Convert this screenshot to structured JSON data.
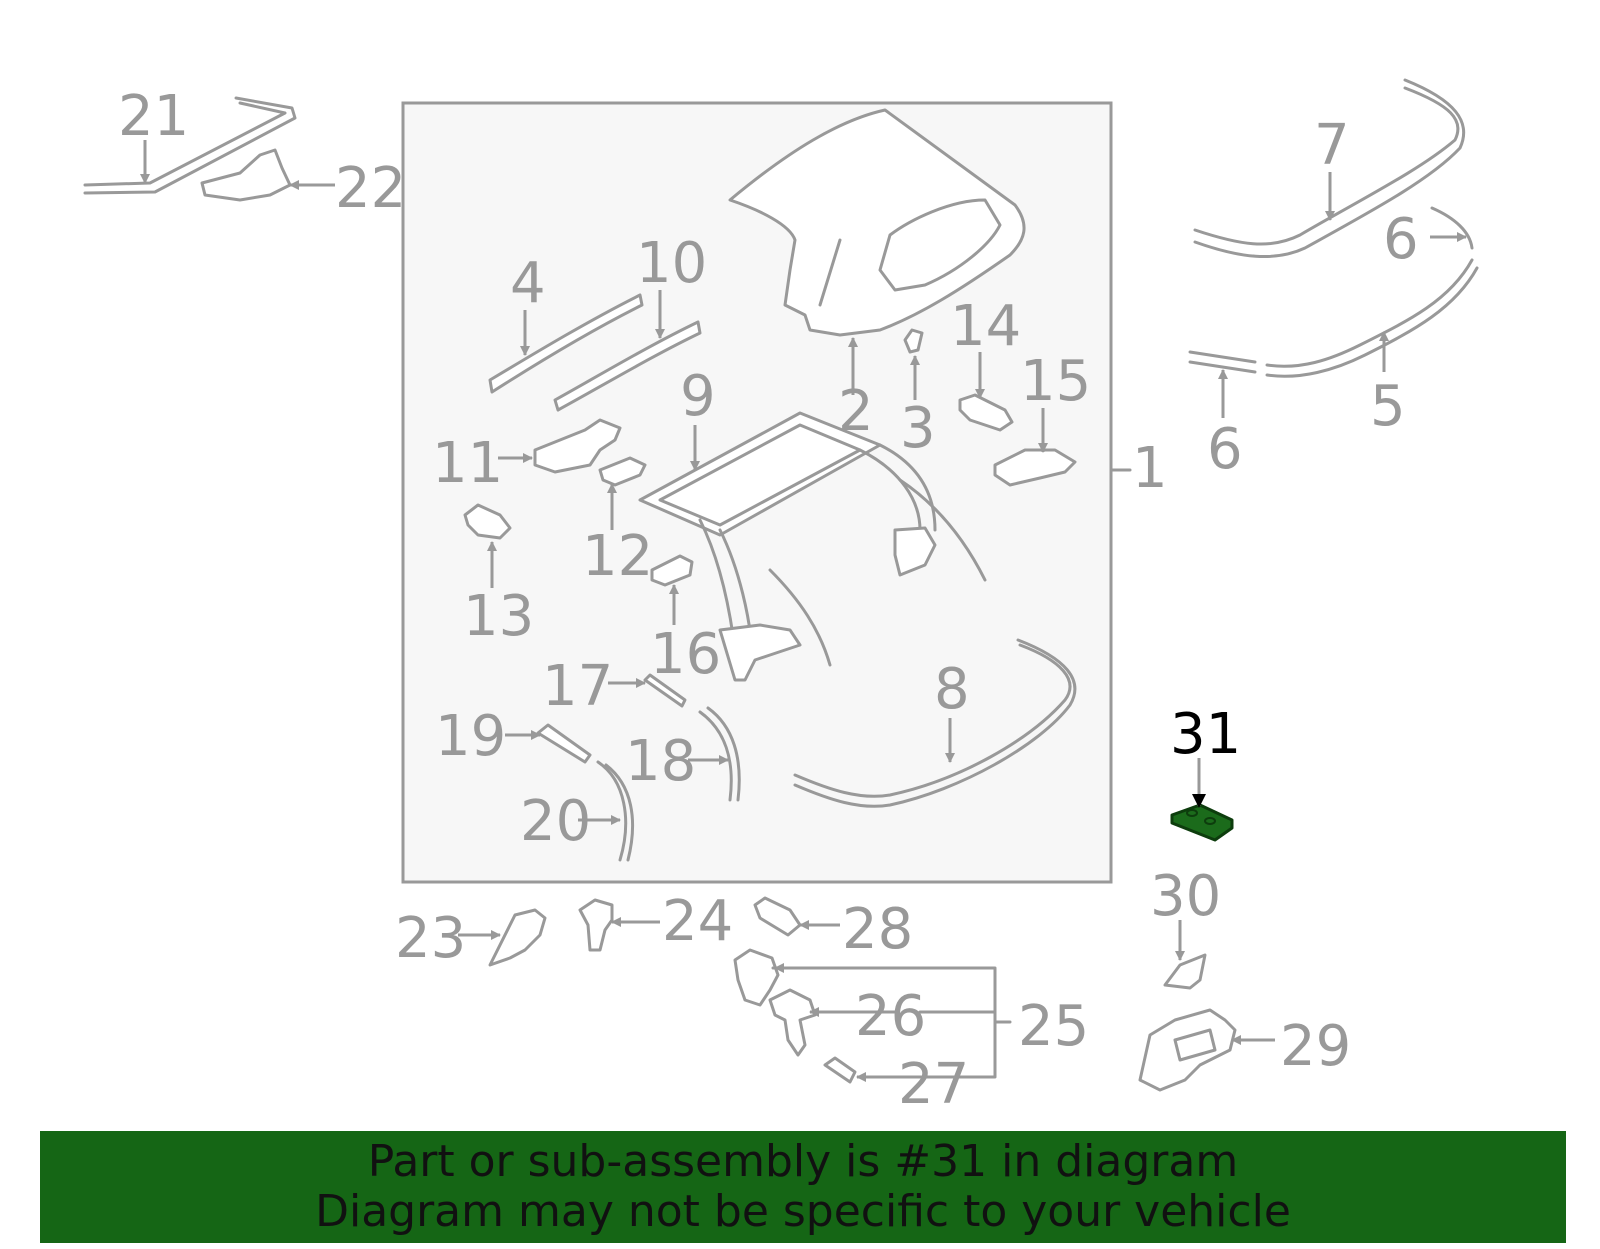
{
  "callouts": {
    "c1": "1",
    "c2": "2",
    "c3": "3",
    "c4": "4",
    "c5": "5",
    "c6a": "6",
    "c6b": "6",
    "c7": "7",
    "c8": "8",
    "c9": "9",
    "c10": "10",
    "c11": "11",
    "c12a": "12",
    "c12b": "12",
    "c13": "13",
    "c14": "14",
    "c15": "15",
    "c16": "16",
    "c17": "17",
    "c18": "18",
    "c19": "19",
    "c20": "20",
    "c21": "21",
    "c22": "22",
    "c23": "23",
    "c24": "24",
    "c25": "25",
    "c26": "26",
    "c27": "27",
    "c28": "28",
    "c29": "29",
    "c30": "30",
    "c31": "31"
  },
  "highlighted_part": "31",
  "colors": {
    "line_gray": "#999999",
    "highlight_part": "#1b6b1b",
    "banner_bg": "#156615",
    "banner_text": "#111111",
    "assembly_fill": "#f7f7f7"
  },
  "banner": {
    "line1": "Part or sub-assembly is #31 in diagram",
    "line2": "Diagram may not be specific to your vehicle"
  }
}
